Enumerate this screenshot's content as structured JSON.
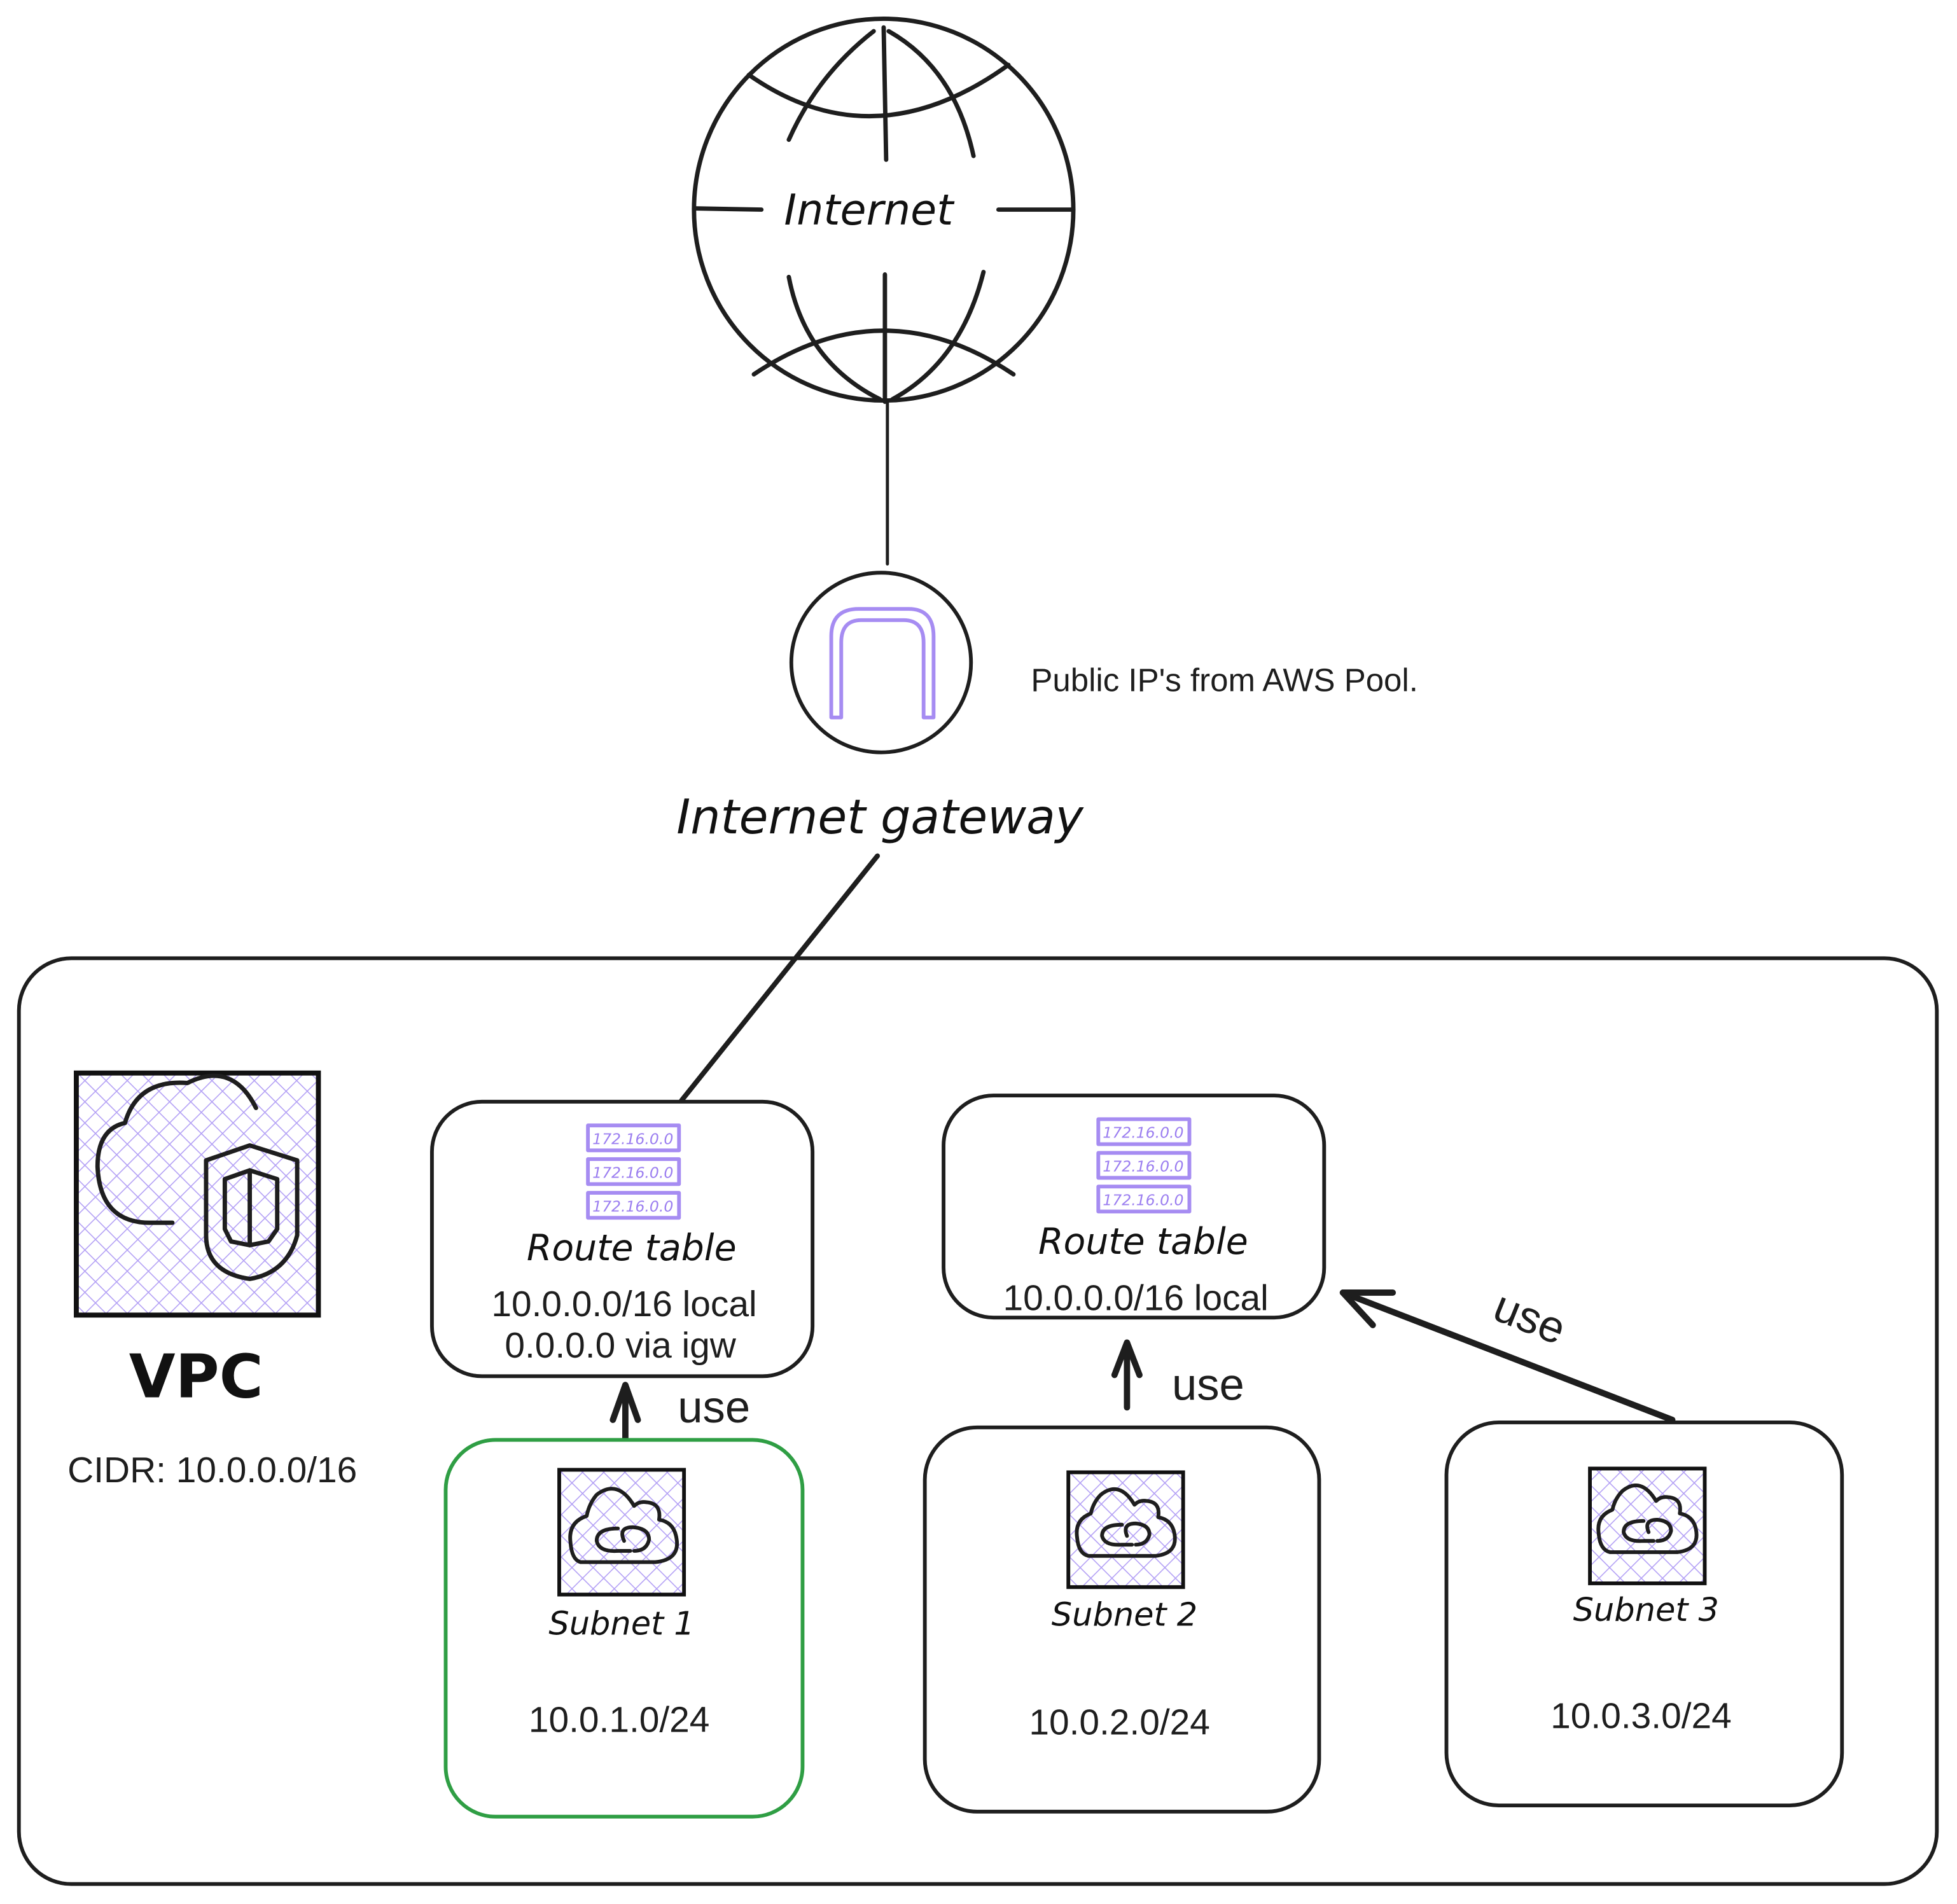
{
  "internet": {
    "label": "Internet"
  },
  "gateway": {
    "label": "Internet gateway",
    "note": "Public IP's from AWS Pool."
  },
  "vpc": {
    "label": "VPC",
    "cidr": "CIDR: 10.0.0.0/16"
  },
  "route_tables": [
    {
      "title": "Route table",
      "entries": [
        "172.16.0.0",
        "172.16.0.0",
        "172.16.0.0"
      ],
      "routes": [
        "10.0.0.0/16 local",
        "0.0.0.0 via igw"
      ]
    },
    {
      "title": "Route table",
      "entries": [
        "172.16.0.0",
        "172.16.0.0",
        "172.16.0.0"
      ],
      "routes": [
        "10.0.0.0/16 local"
      ]
    }
  ],
  "subnets": [
    {
      "label": "Subnet 1",
      "cidr": "10.0.1.0/24",
      "border_color": "#2f9e44"
    },
    {
      "label": "Subnet 2",
      "cidr": "10.0.2.0/24",
      "border_color": "#1e1e1e"
    },
    {
      "label": "Subnet 3",
      "cidr": "10.0.3.0/24",
      "border_color": "#1e1e1e"
    }
  ],
  "edges": [
    {
      "label": "use"
    },
    {
      "label": "use"
    },
    {
      "label": "use"
    }
  ],
  "colors": {
    "accent": "#a68cf2",
    "stroke": "#1e1e1e",
    "highlight": "#2f9e44"
  }
}
